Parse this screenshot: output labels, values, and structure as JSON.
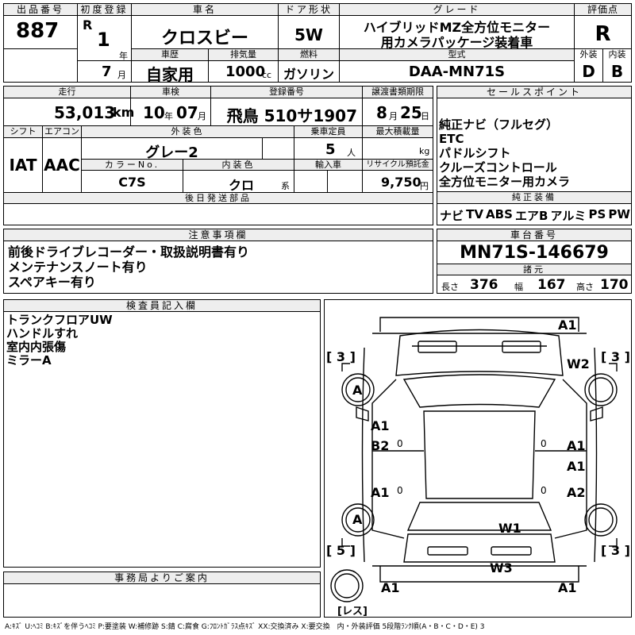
{
  "header": {
    "lot_label": "出品番号",
    "lot_no": "887",
    "first_reg_label": "初度登録",
    "era": "R",
    "reg_year": "1",
    "year_unit": "年",
    "reg_month": "7",
    "month_unit": "月",
    "car_name_label": "車名",
    "car_name": "クロスビー",
    "door_label": "ドア形状",
    "door": "5W",
    "grade_label": "グレード",
    "grade_line1": "ハイブリッドMZ全方位モニター",
    "grade_line2": "用カメラパッケージ装着車",
    "score_label": "評価点",
    "score": "R",
    "history_label": "車歴",
    "history": "自家用",
    "displacement_label": "排気量",
    "displacement": "1000",
    "displacement_unit": "cc",
    "fuel_label": "燃料",
    "fuel": "ガソリン",
    "model_label": "型式",
    "model": "DAA-MN71S",
    "exterior_label": "外装",
    "exterior": "D",
    "interior_label": "内装",
    "interior": "B"
  },
  "row2": {
    "mileage_label": "走行",
    "mileage": "53,013",
    "mileage_unit": "km",
    "inspection_label": "車検",
    "insp_year": "10",
    "insp_year_unit": "年",
    "insp_month": "07",
    "insp_month_unit": "月",
    "reg_no_label": "登録番号",
    "reg_no": "飛鳥 510サ1907",
    "transfer_label": "譲渡書類期限",
    "transfer_month": "8",
    "transfer_month_unit": "月",
    "transfer_day": "25",
    "transfer_day_unit": "日",
    "shift_label": "シフト",
    "shift": "IAT",
    "ac_label": "エアコン",
    "ac": "AAC",
    "ext_color_label": "外装色",
    "ext_color": "グレー2",
    "capacity_label": "乗車定員",
    "capacity": "5",
    "capacity_unit": "人",
    "max_load_label": "最大積載量",
    "max_load_unit": "kg",
    "color_no_label": "カラーNo.",
    "color_no": "C7S",
    "int_color_label": "内装色",
    "int_color": "クロ",
    "int_color_unit": "系",
    "import_label": "輸入車",
    "recycle_label": "リサイクル預託金",
    "recycle": "9,750",
    "recycle_unit": "円",
    "later_parts_label": "後日発送部品"
  },
  "sales_points": {
    "label": "セールスポイント",
    "items": [
      "純正ナビ（フルセグ）",
      "ETC",
      "パドルシフト",
      "クルーズコントロール",
      "全方位モニター用カメラ"
    ]
  },
  "equipment": {
    "label": "純正装備",
    "items": [
      "ナビ",
      "TV",
      "ABS",
      "エアB",
      "アルミ",
      "PS",
      "PW"
    ]
  },
  "notes": {
    "label": "注意事項欄",
    "items": [
      "前後ドライブレコーダー・取扱説明書有り",
      "メンテナンスノート有り",
      "スペアキー有り"
    ]
  },
  "chassis": {
    "label": "車台番号",
    "value": "MN71S-146679",
    "spec_label": "諸元",
    "length_label": "長さ",
    "length": "376",
    "width_label": "幅",
    "width": "167",
    "height_label": "高さ",
    "height": "170"
  },
  "inspector": {
    "label": "検査員記入欄",
    "items": [
      "トランクフロアUW",
      "ハンドルすれ",
      "室内内張傷",
      "ミラーA"
    ]
  },
  "office": {
    "label": "事務局よりご案内"
  },
  "diagram": {
    "marks": [
      "A1",
      "[ 3 ]",
      "W2",
      "[ 3 ]",
      "A",
      "A1",
      "B2",
      "A1",
      "A1",
      "A1",
      "A2",
      "A",
      "W1",
      "[ 5 ]",
      "[ 3 ]",
      "W3",
      "A1",
      "A1",
      "[レス]"
    ],
    "zeros": [
      "0",
      "0",
      "0",
      "0"
    ]
  },
  "legend": "A:ｷｽﾞ U:ﾍｺﾐ B:ｷｽﾞを伴うﾍｺﾐ P:要塗装 W:補修跡 S:錆 C:腐食 G:ﾌﾛﾝﾄｶﾞﾗｽ点ｷｽﾞ XX:交換済み X:要交換　内・外装評価 5段階ﾗﾝｸ順(A・B・C・D・E) 3"
}
